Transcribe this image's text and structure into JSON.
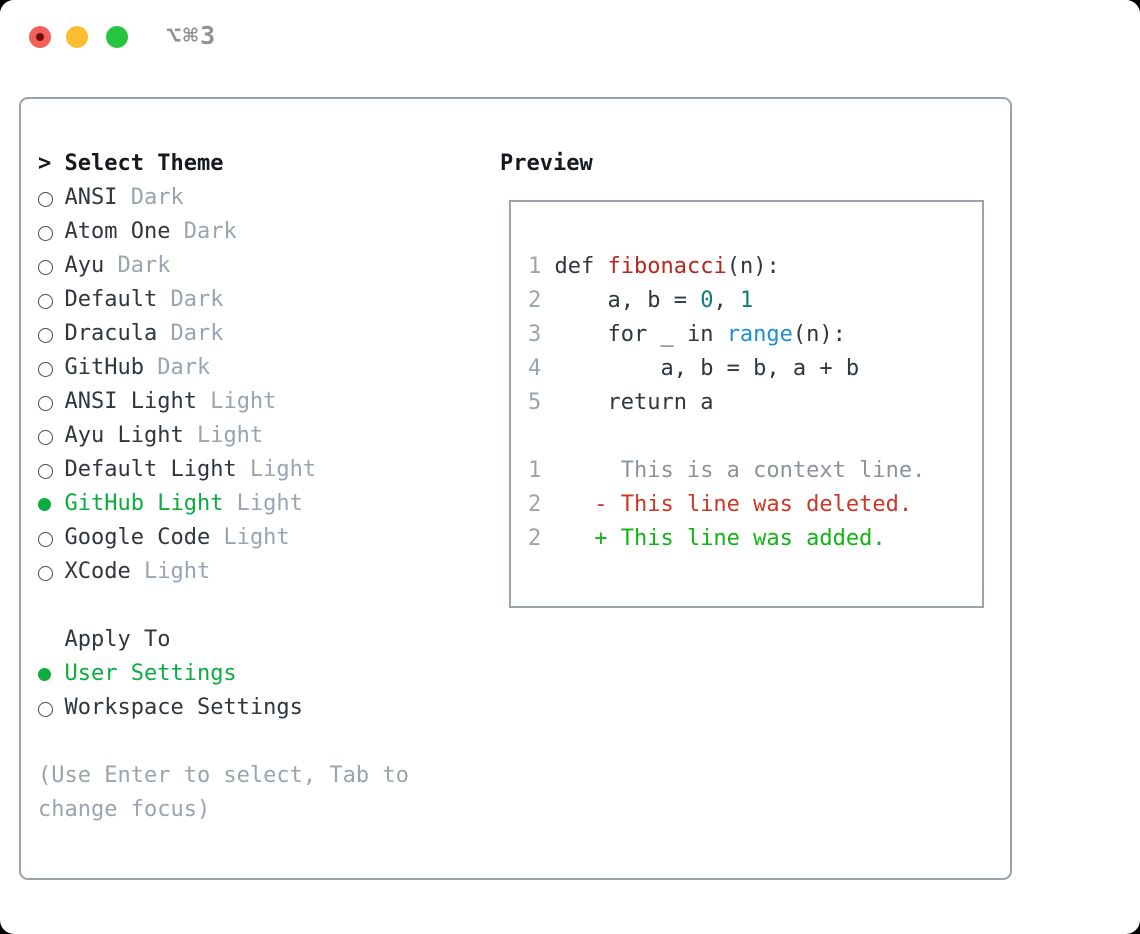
{
  "window": {
    "title": "⌥⌘3",
    "traffic_lights": [
      {
        "name": "close",
        "color": "#f4605a"
      },
      {
        "name": "minimize",
        "color": "#fcbd30"
      },
      {
        "name": "zoom",
        "color": "#28c440"
      }
    ]
  },
  "sidebar": {
    "title": {
      "prefix": ">",
      "label": "Select Theme"
    },
    "themes": [
      {
        "name": "ANSI",
        "variant": "Dark",
        "selected": false
      },
      {
        "name": "Atom One",
        "variant": "Dark",
        "selected": false
      },
      {
        "name": "Ayu",
        "variant": "Dark",
        "selected": false
      },
      {
        "name": "Default",
        "variant": "Dark",
        "selected": false
      },
      {
        "name": "Dracula",
        "variant": "Dark",
        "selected": false
      },
      {
        "name": "GitHub",
        "variant": "Dark",
        "selected": false
      },
      {
        "name": "ANSI Light",
        "variant": "Light",
        "selected": false
      },
      {
        "name": "Ayu Light",
        "variant": "Light",
        "selected": false
      },
      {
        "name": "Default Light",
        "variant": "Light",
        "selected": false
      },
      {
        "name": "GitHub Light",
        "variant": "Light",
        "selected": true
      },
      {
        "name": "Google Code",
        "variant": "Light",
        "selected": false
      },
      {
        "name": "XCode",
        "variant": "Light",
        "selected": false
      }
    ],
    "apply": {
      "title": "Apply To",
      "options": [
        {
          "label": "User Settings",
          "selected": true
        },
        {
          "label": "Workspace Settings",
          "selected": false
        }
      ]
    },
    "hint_lines": [
      "(Use Enter to select, Tab to",
      "change focus)"
    ]
  },
  "preview": {
    "title": "Preview",
    "lines": [
      {
        "num": "1",
        "tokens": [
          [
            "c",
            " def "
          ],
          [
            "fn",
            "fibonacci"
          ],
          [
            "c",
            "(n):"
          ]
        ]
      },
      {
        "num": "2",
        "tokens": [
          [
            "c",
            "     a, b = "
          ],
          [
            "n0",
            "0"
          ],
          [
            "c",
            ", "
          ],
          [
            "n0",
            "1"
          ]
        ]
      },
      {
        "num": "3",
        "tokens": [
          [
            "c",
            "     for _ in "
          ],
          [
            "bi",
            "range"
          ],
          [
            "c",
            "(n):"
          ]
        ]
      },
      {
        "num": "4",
        "tokens": [
          [
            "c",
            "         a, b = b, a + b"
          ]
        ]
      },
      {
        "num": "5",
        "tokens": [
          [
            "c",
            "     return a"
          ]
        ]
      },
      {
        "num": "",
        "tokens": []
      },
      {
        "num": "1",
        "tokens": [
          [
            "ctx",
            "      This is a context line."
          ]
        ]
      },
      {
        "num": "2",
        "tokens": [
          [
            "del",
            "    - This line was deleted."
          ]
        ]
      },
      {
        "num": "2",
        "tokens": [
          [
            "add",
            "    + This line was added."
          ]
        ]
      }
    ]
  },
  "colors": {
    "ink": "#2f363d",
    "ink_bold": "#16191d",
    "muted": "#9aa4b0",
    "linenum": "#9aa3ae",
    "ctx": "#8b939d",
    "ring": "#434a52",
    "green": "#0cad3f",
    "green_add": "#11b414",
    "red_del": "#cd3723",
    "red_fn": "#b5271c",
    "teal": "#0e7d73",
    "blue": "#1e90cf",
    "border": "#9aa2ad",
    "title_gray": "#8e9196",
    "tl_red": "#f4605a",
    "tl_red_dot": "#70100b",
    "tl_yellow": "#fcbd30",
    "tl_green": "#28c440"
  }
}
